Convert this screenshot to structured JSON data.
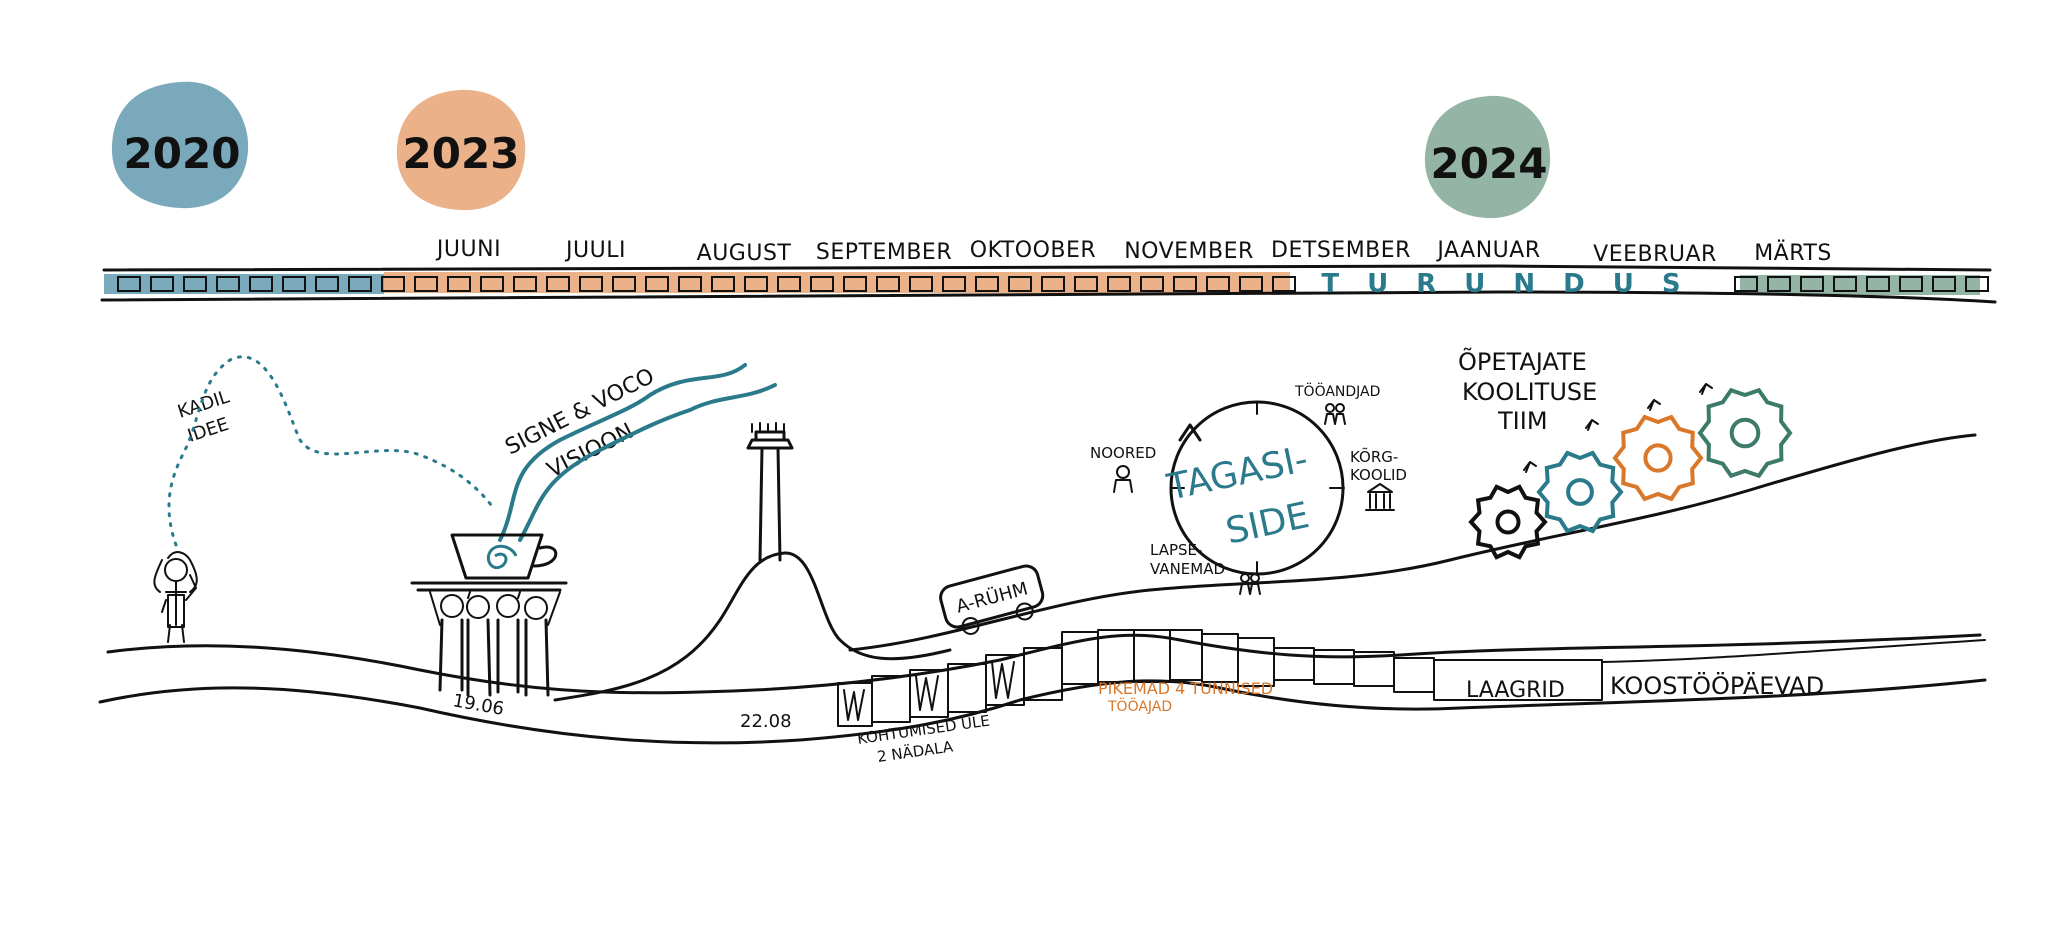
{
  "years": [
    {
      "label": "2020",
      "color": "#7aa9bb"
    },
    {
      "label": "2023",
      "color": "#ebb28a"
    },
    {
      "label": "2024",
      "color": "#94b5a5"
    }
  ],
  "months": [
    "JUUNI",
    "JUULI",
    "AUGUST",
    "SEPTEMBER",
    "OKTOOBER",
    "NOVEMBER",
    "DETSEMBER",
    "JAANUAR",
    "VEEBRUAR",
    "MÄRTS"
  ],
  "timeline": {
    "turundus": "TURUNDUS",
    "colors": {
      "blue": "#7aa9bb",
      "orange": "#ebb28a",
      "green": "#94b5a5",
      "teal": "#2a7a8c",
      "orange_dark": "#d9782a"
    }
  },
  "labels": {
    "kadil_idee": [
      "KADIL",
      "IDEE"
    ],
    "signe_voco": "SIGNE & VOCO",
    "visioon": "VISIOON",
    "date_1906": "19.06",
    "date_2208": "22.08",
    "kohtumised": [
      "KOHTUMISED ÜLE",
      "2 NÄDALA"
    ],
    "pikemad": [
      "PIKEMAD 4 TUNNISED",
      "TÖÖAJAD"
    ],
    "laagrid": "LAAGRID",
    "koostoopaevad": "KOOSTÖÖPÄEVAD",
    "bus": "A-RÜHM",
    "tagasiside": [
      "TAGASI-",
      "SIDE"
    ],
    "noored": "NOORED",
    "tooandjad": "TÖÖANDJAD",
    "korgkoolid": [
      "KÕRG-",
      "KOOLID"
    ],
    "lapsevanemad": [
      "LAPSE-",
      "VANEMAD"
    ],
    "opetajate": [
      "ÕPETAJATE",
      "KOOLITUSE",
      "TIIM"
    ]
  }
}
